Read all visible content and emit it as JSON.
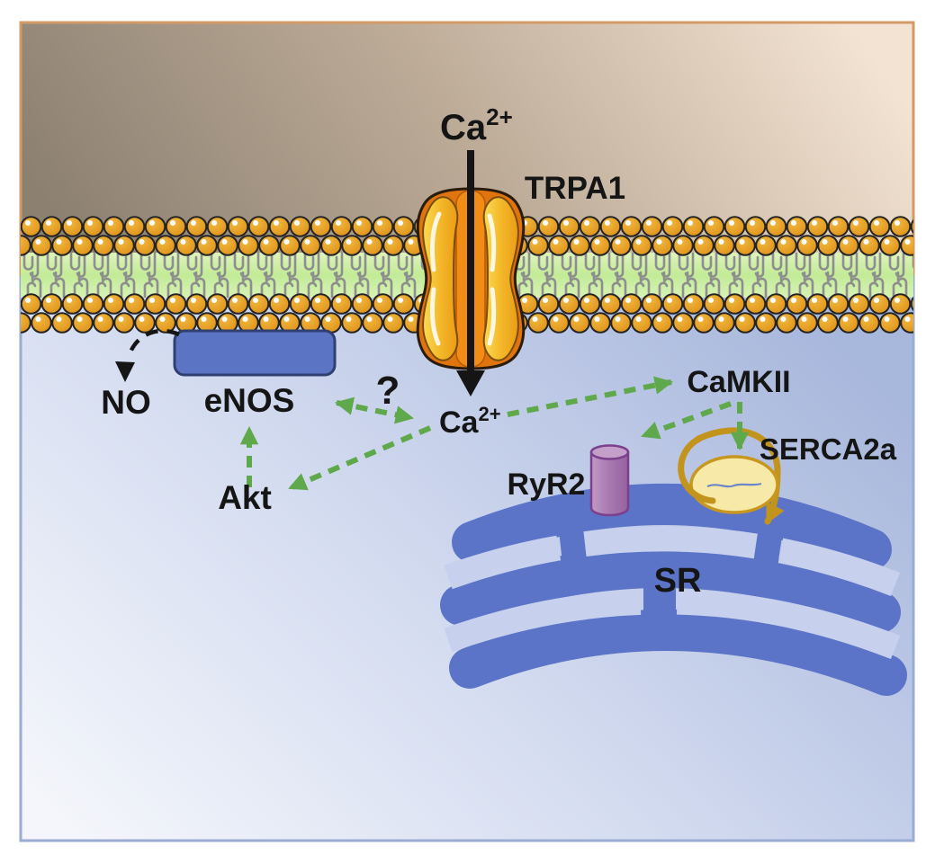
{
  "figure": {
    "type": "cell-signaling-pathway-diagram",
    "description_labels": {
      "ca_extracellular": {
        "base": "Ca",
        "sup": "2+"
      },
      "trpa1": "TRPA1",
      "ca_cytosolic": {
        "base": "Ca",
        "sup": "2+"
      },
      "no": "NO",
      "enos": "eNOS",
      "akt": "Akt",
      "uncertain": "?",
      "camkii": "CaMKII",
      "serca2a": "SERCA2a",
      "ryr2": "RyR2",
      "sr": "SR"
    },
    "colors": {
      "extracellular_left": "#8c8071",
      "extracellular_right": "#f3e3d2",
      "extracellular_border": "#d49a66",
      "cytosol_light": "#f4f6fb",
      "cytosol_blue": "#a8b7dc",
      "cytosol_border": "#9aabd4",
      "lipid_head_orange": "#e59a24",
      "lipid_tail_green": "#c2eb97",
      "channel_body_orange": "#e0740e",
      "channel_lobe_gold": "#f4bb2c",
      "channel_pore_orange": "#f18c16",
      "protein_blue": "#5b74c4",
      "protein_border": "#2e3f70",
      "sr_blue": "#5b74c7",
      "sr_slit_light": "#c7d1ed",
      "arrow_green": "#5fa84b",
      "ryr2_purple": "#a878b0",
      "ryr2_border": "#7b3f8c",
      "serca_yellow": "#f7e9a8",
      "serca_border": "#c8971f",
      "gold_arrow": "#c3941c",
      "text_black": "#151515"
    }
  }
}
